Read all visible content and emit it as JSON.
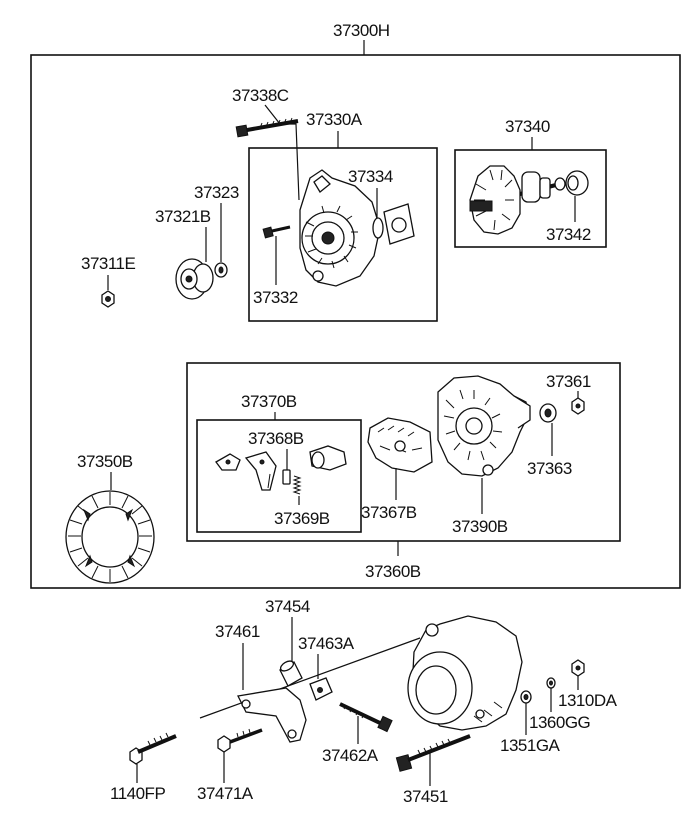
{
  "diagram": {
    "assembly_label": "37300H",
    "rear_housing_group_label": "37360B",
    "part_labels": {
      "p37338C": "37338C",
      "p37330A": "37330A",
      "p37334": "37334",
      "p37340": "37340",
      "p37323": "37323",
      "p37321B": "37321B",
      "p37311E": "37311E",
      "p37332": "37332",
      "p37342": "37342",
      "p37370B": "37370B",
      "p37368B": "37368B",
      "p37361": "37361",
      "p37350B": "37350B",
      "p37363": "37363",
      "p37367B": "37367B",
      "p37390B": "37390B",
      "p37369B": "37369B",
      "p37454": "37454",
      "p37461": "37461",
      "p37463A": "37463A",
      "p1310DA": "1310DA",
      "p1360GG": "1360GG",
      "p1351GA": "1351GA",
      "p37462A": "37462A",
      "p1140FP": "1140FP",
      "p37471A": "37471A",
      "p37451": "37451"
    }
  }
}
